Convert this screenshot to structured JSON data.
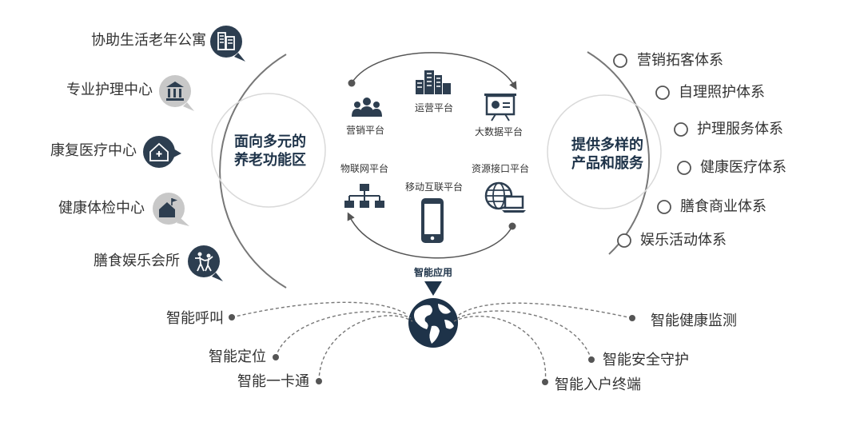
{
  "left_services": [
    {
      "label": "协助生活老年公寓",
      "icon": "apartment-building-icon"
    },
    {
      "label": "专业护理中心",
      "icon": "institution-icon"
    },
    {
      "label": "康复医疗中心",
      "icon": "hospital-house-icon"
    },
    {
      "label": "健康体检中心",
      "icon": "house-flag-icon"
    },
    {
      "label": "膳食娱乐会所",
      "icon": "dancing-people-icon"
    }
  ],
  "center_left": {
    "line1": "面向多元的",
    "line2": "养老功能区"
  },
  "center_right": {
    "line1": "提供多样的",
    "line2": "产品和服务"
  },
  "platforms": [
    {
      "label": "营销平台",
      "icon": "people-group-icon"
    },
    {
      "label": "运营平台",
      "icon": "city-buildings-icon"
    },
    {
      "label": "大数据平台",
      "icon": "presentation-board-icon"
    },
    {
      "label": "物联网平台",
      "icon": "network-hierarchy-icon"
    },
    {
      "label": "移动互联平台",
      "icon": "smartphone-icon"
    },
    {
      "label": "资源接口平台",
      "icon": "globe-laptop-icon"
    }
  ],
  "right_systems": [
    "营销拓客体系",
    "自理照护体系",
    "护理服务体系",
    "健康医疗体系",
    "膳食商业体系",
    "娱乐活动体系"
  ],
  "smart_apps": {
    "title": "智能应用",
    "icon": "world-globe-icon",
    "left": [
      "智能呼叫",
      "智能定位",
      "智能一卡通"
    ],
    "right": [
      "智能健康监测",
      "智能安全守护",
      "智能入户终端"
    ]
  },
  "colors": {
    "navy": "#1e3349",
    "icon_dark": "#2d3e50",
    "arc": "#6d6d6d",
    "text": "#333333"
  }
}
